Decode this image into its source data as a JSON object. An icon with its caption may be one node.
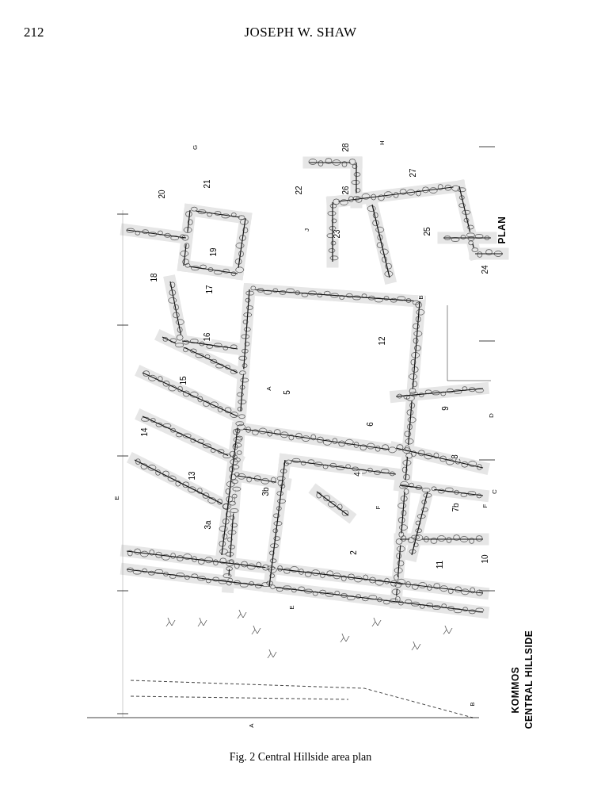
{
  "diagram": {
    "title": "JOSEPH W. SHAW",
    "caption": "Fig. 2 Central Hillside area plan",
    "labels": [
      "212",
      "20",
      "21",
      "19",
      "18",
      "17",
      "16",
      "22",
      "28",
      "26",
      "27",
      "23",
      "25",
      "24",
      "PLAN",
      "12",
      "5",
      "15",
      "14",
      "13",
      "3b",
      "3a",
      "6",
      "4",
      "9",
      "8",
      "7b",
      "2",
      "11",
      "10",
      "KOMMOS",
      "CENTRAL HILLSIDE",
      "G",
      "H",
      "J",
      "B",
      "A",
      "E",
      "D",
      "C",
      "F",
      "F",
      "E",
      "B",
      "A"
    ]
  }
}
